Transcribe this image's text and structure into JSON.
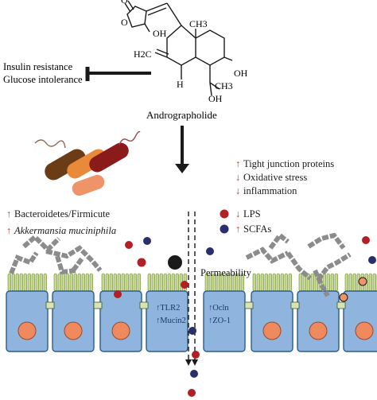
{
  "compound": {
    "name": "Andrographolide",
    "atoms": {
      "o_lactone": "O",
      "o_ring": "O",
      "oh_top": "OH",
      "ch3_top": "CH3",
      "ch2": "H2C",
      "oh_right": "OH",
      "h": "H",
      "ch3_bottom": "CH3",
      "oh_bottom": "OH"
    }
  },
  "inhibited_effects": [
    "Insulin resistance",
    "Glucose intolerance"
  ],
  "microbiota_effects": [
    {
      "arrow": "↑",
      "text": "Bacteroidetes/Firmicute"
    },
    {
      "arrow": "↑",
      "text": "Akkermansia muciniphila"
    }
  ],
  "host_effects": [
    {
      "arrow": "↑",
      "text": "Tight junction proteins"
    },
    {
      "arrow": "↓",
      "text": "Oxidative stress"
    },
    {
      "arrow": "↓",
      "text": "inflammation"
    }
  ],
  "legend": [
    {
      "arrow": "↓",
      "text": "LPS",
      "color": "#b21f24"
    },
    {
      "arrow": "↑",
      "text": "SCFAs",
      "color": "#2a2f6b"
    }
  ],
  "permeability_label": "Permeability",
  "cell_markers_left": [
    "↑TLR2",
    "↑Mucin2"
  ],
  "cell_markers_right": [
    "↑Ocln",
    "↑ZO-1"
  ],
  "colors": {
    "up_arrow": "#c0392b",
    "cell_fill": "#8fb4de",
    "cell_stroke": "#2d5c8a",
    "nucleus": "#ee8a5e",
    "villi": "#c6d98f",
    "tight_junction": "#d7e5b4",
    "mucus_strand": "#8c8c8c",
    "bacteria_brown": "#6b3d17",
    "bacteria_darkred": "#8b1a1a",
    "bacteria_salmon": "#ef9369",
    "lps": "#b21f24",
    "scfa": "#2a2f6b",
    "black_particle": "#1a1a1a"
  }
}
